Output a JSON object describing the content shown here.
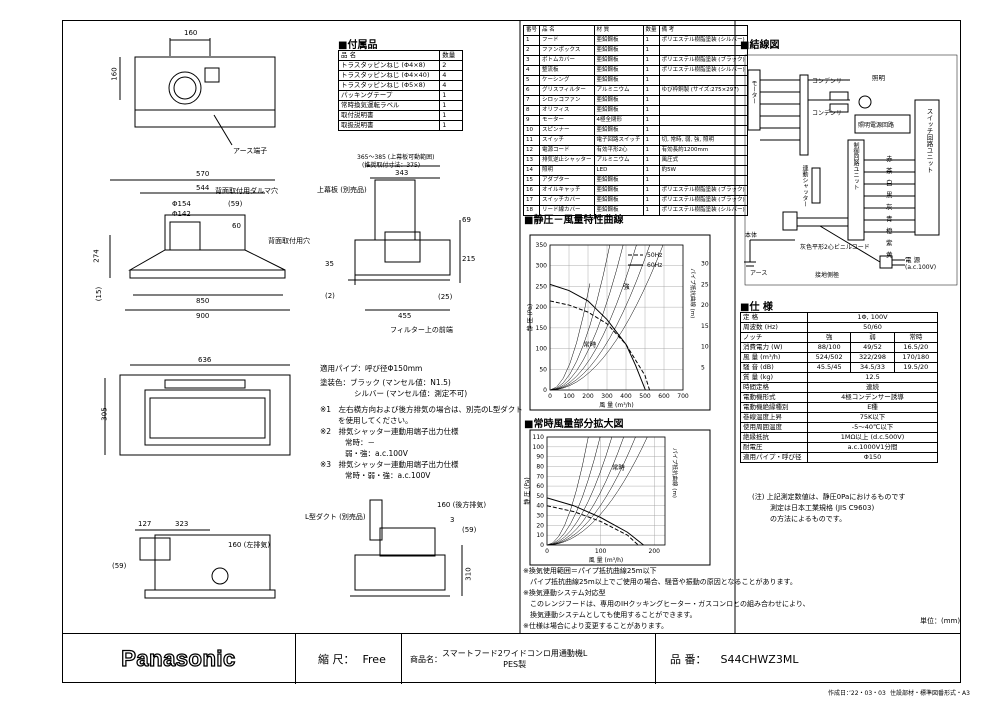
{
  "brand": "Panasonic",
  "footer": {
    "scale_label": "縮 尺：",
    "scale_value": "Free",
    "product_label": "商品名：",
    "product_name": "スマートフード2ワイドコンロ用通動機L",
    "product_name2": "PES製",
    "model_label": "品 番：",
    "model_value": "S44CHWZ3ML",
    "created": "作成日：’22・03・03",
    "doc_code": "住設部材・標準図番形式・A3",
    "unit": "単位：(mm)"
  },
  "accessories": {
    "title": "■付属品",
    "header": [
      "品 名",
      "数量"
    ],
    "rows": [
      [
        "トラスタッピンねじ (Φ4×8)",
        "2"
      ],
      [
        "トラスタッピンねじ (Φ4×40)",
        "4"
      ],
      [
        "トラスタッピンねじ (Φ5×8)",
        "4"
      ],
      [
        "パッキングテープ",
        "1"
      ],
      [
        "常時換気運転ラベル",
        "1"
      ],
      [
        "取付説明書",
        "1"
      ],
      [
        "取扱説明書",
        "1"
      ]
    ]
  },
  "parts": {
    "header": [
      "番号",
      "品 名",
      "材 質",
      "数量",
      "備 考"
    ],
    "rows": [
      [
        "1",
        "フード",
        "亜鉛鋼板",
        "1",
        "ポリエステル樹脂塗装 (シルバー)"
      ],
      [
        "2",
        "ファンボックス",
        "亜鉛鋼板",
        "1",
        ""
      ],
      [
        "3",
        "ボトムカバー",
        "亜鉛鋼板",
        "1",
        "ポリエステル樹脂塗装 (ブラック)"
      ],
      [
        "4",
        "整流板",
        "亜鉛鋼板",
        "1",
        "ポリエステル樹脂塗装 (シルバー)"
      ],
      [
        "5",
        "ケーシング",
        "亜鉛鋼板",
        "1",
        ""
      ],
      [
        "6",
        "グリスフィルター",
        "アルミニウム",
        "1",
        "ゆび枠銅製 (サイズ:275×297)"
      ],
      [
        "7",
        "シロッコファン",
        "亜鉛鋼板",
        "1",
        ""
      ],
      [
        "8",
        "オリフィス",
        "亜鉛鋼板",
        "1",
        ""
      ],
      [
        "9",
        "モーター",
        "4極全閉形",
        "1",
        ""
      ],
      [
        "10",
        "スピンナー",
        "亜鉛鋼板",
        "1",
        ""
      ],
      [
        "11",
        "スイッチ",
        "電子回路スイッチ",
        "1",
        "切, 常時, 弱, 強, 照明"
      ],
      [
        "12",
        "電源コード",
        "有効平形2心",
        "1",
        "有効長約1200mm"
      ],
      [
        "13",
        "排気逆止シャッター",
        "アルミニウム",
        "1",
        "風圧式"
      ],
      [
        "14",
        "照明",
        "LED",
        "1",
        "約5W"
      ],
      [
        "15",
        "アダプター",
        "亜鉛鋼板",
        "1",
        ""
      ],
      [
        "16",
        "オイルキャッチ",
        "亜鉛鋼板",
        "1",
        "ポリエステル樹脂塗装 (ブラック)"
      ],
      [
        "17",
        "スイッチカバー",
        "亜鉛鋼板",
        "1",
        "ポリエステル樹脂塗装 (ブラック)"
      ],
      [
        "18",
        "リード線カバー",
        "亜鉛鋼板",
        "1",
        "ポリエステル樹脂塗装 (シルバー)"
      ]
    ]
  },
  "wiring": {
    "title": "■結線図",
    "labels": {
      "motor": "モーター",
      "condenser1": "コンデンサー",
      "condenser2": "コンデンサー",
      "lighting": "照明",
      "lighting_unit": "照明電源回路",
      "control_unit": "制御回路ユニット",
      "switch_unit": "スイッチ回路ユニット",
      "shutter": "連動シャッター",
      "ground_wire": "本体",
      "earth": "アース",
      "cord": "灰色平形2心ビニルコード",
      "ground_side": "接地側極",
      "power": "電 源",
      "power_spec": "(a.c.100V)"
    },
    "wire_colors": [
      "赤",
      "茶",
      "白",
      "黒",
      "灰",
      "青",
      "橙",
      "紫",
      "黄"
    ]
  },
  "chart_title": "■静圧－風量特性曲線",
  "chart_data": [
    {
      "type": "line",
      "xlabel": "風 量 (m³/h)",
      "ylabel": "静 圧 (Pa)",
      "y2label": "パイプ抵抗曲線 (m)",
      "xlim": [
        0,
        700
      ],
      "ylim": [
        0,
        350
      ],
      "x_ticks": [
        0,
        100,
        200,
        300,
        400,
        500,
        600,
        700
      ],
      "y_ticks": [
        0,
        50,
        100,
        150,
        200,
        250,
        300,
        350
      ],
      "y2_ticks": [
        5,
        10,
        15,
        20,
        25,
        30
      ],
      "legend": [
        "50Hz",
        "60Hz"
      ],
      "annotations": [
        "強",
        "常時"
      ],
      "series": [
        {
          "name": "50Hz",
          "x": [
            0,
            100,
            200,
            300,
            400,
            500,
            524
          ],
          "y": [
            215,
            205,
            188,
            160,
            110,
            35,
            0
          ]
        },
        {
          "name": "60Hz",
          "x": [
            0,
            100,
            200,
            300,
            400,
            450,
            502
          ],
          "y": [
            255,
            240,
            215,
            170,
            110,
            60,
            0
          ]
        }
      ]
    },
    {
      "type": "line",
      "title": "■常時風量部分拡大図",
      "xlabel": "風 量 (m³/h)",
      "ylabel": "静 圧 (Pa)",
      "y2label": "パイプ抵抗曲線 (m)",
      "xlim": [
        0,
        220
      ],
      "ylim": [
        0,
        110
      ],
      "x_ticks": [
        0,
        100,
        200
      ],
      "y_ticks": [
        0,
        10,
        20,
        30,
        40,
        50,
        60,
        70,
        80,
        90,
        100,
        110
      ],
      "annotations": [
        "常時"
      ],
      "series": [
        {
          "name": "50Hz",
          "x": [
            0,
            50,
            100,
            150,
            170
          ],
          "y": [
            40,
            34,
            24,
            10,
            0
          ]
        },
        {
          "name": "60Hz",
          "x": [
            0,
            50,
            100,
            150,
            180
          ],
          "y": [
            48,
            40,
            28,
            13,
            0
          ]
        }
      ]
    }
  ],
  "spec": {
    "title": "■仕 様",
    "rows": [
      [
        "定 格",
        "1Φ, 100V",
        "",
        ""
      ],
      [
        "周波数 (Hz)",
        "50/60",
        "",
        ""
      ],
      [
        "ノッチ",
        "強",
        "弱",
        "常時"
      ],
      [
        "消費電力 (W)",
        "88/100",
        "49/52",
        "16.5/20"
      ],
      [
        "風 量 (m³/h)",
        "524/502",
        "322/298",
        "170/180"
      ],
      [
        "騒 音 (dB)",
        "45.5/45",
        "34.5/33",
        "19.5/20"
      ],
      [
        "質 量 (kg)",
        "12.5",
        "",
        ""
      ],
      [
        "時間定格",
        "連続",
        "",
        ""
      ],
      [
        "電動機形式",
        "4極コンデンサー誘導",
        "",
        ""
      ],
      [
        "電動機絶縁種別",
        "E種",
        "",
        ""
      ],
      [
        "巻線温度上昇",
        "75K以下",
        "",
        ""
      ],
      [
        "使用周囲温度",
        "-5〜40℃以下",
        "",
        ""
      ],
      [
        "絶縁抵抗",
        "1MΩ以上 (d.c.500V)",
        "",
        ""
      ],
      [
        "耐電圧",
        "a.c.1000V1分間",
        "",
        ""
      ],
      [
        "適用パイプ・呼び径",
        "Φ150",
        "",
        ""
      ]
    ],
    "note1": "(注) 上記測定数値は、静圧0Paにおけるものです",
    "note2": "測定は日本工業規格 (JIS C9603)",
    "note3": "の方法によるものです。"
  },
  "notes": {
    "pipe": "適用パイプ：呼び径Φ150mm",
    "color1": "塗装色：ブラック (マンセル値：N1.5)",
    "color2": "シルバー (マンセル値：測定不可)",
    "n1a": "※1　左右横方向および後方排気の場合は、別売のL型ダクト",
    "n1b": "を使用してください。",
    "n2a": "※2　排気シャッター連動用端子出力仕様",
    "n2b": "常時：－",
    "n2c": "弱・強：a.c.100V",
    "n3a": "※3　排気シャッター連動用端子出力仕様",
    "n3b": "常時・弱・強：a.c.100V",
    "b1": "※換気使用範囲＝パイプ抵抗曲線25m以下",
    "b2": "パイプ抵抗曲線25m以上でご使用の場合、騒音や振動の原因となることがあります。",
    "b3": "※換気連動システム対応型",
    "b4": "このレンジフードは、専用のIHクッキングヒーター・ガスコンロとの組み合わせにより、",
    "b5": "換気連動システムとしても使用することができます。",
    "b6": "※仕様は場合により変更することがあります。"
  },
  "dims": {
    "top_160": "160",
    "top_160v": "160",
    "earth": "アース端子",
    "d570": "570",
    "d544": "544",
    "phi154": "Φ154",
    "phi142": "Φ142",
    "d59": "(59)",
    "d60": "60",
    "d274": "274",
    "d15": "(15)",
    "d850": "850",
    "d900": "900",
    "back_bolt": "背面取付用ダルマ穴",
    "back_hole": "背面取付用穴",
    "s365": "365〜385 (上幕板可動範囲)",
    "s375": "(推奨取付寸法：375)",
    "s343": "343",
    "top_plate": "上幕板 (別売品)",
    "s69": "69",
    "s215": "215",
    "s35": "35",
    "s2": "(2)",
    "s25": "(25)",
    "s455": "455",
    "filter": "フィルター上の前端",
    "b636": "636",
    "b305": "305",
    "l127": "127",
    "l323": "323",
    "l160a": "160 (左排気)",
    "l59": "(59)",
    "lduct": "L型ダクト (別売品)",
    "r160": "160 (後方排気)",
    "r3": "3",
    "r59": "(59)",
    "r310": "310"
  }
}
